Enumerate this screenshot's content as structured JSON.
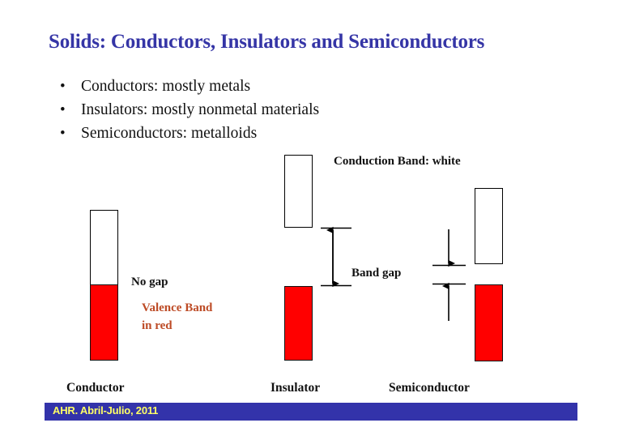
{
  "slide": {
    "title": "Solids: Conductors, Insulators and Semiconductors",
    "bullets": [
      {
        "marker": "•",
        "text": "Conductors: mostly metals"
      },
      {
        "marker": "•",
        "text": "Insulators: mostly nonmetal materials"
      },
      {
        "marker": "•",
        "text": "Semiconductors: metalloids"
      }
    ]
  },
  "diagram": {
    "annotations": {
      "conduction_band": "Conduction Band: white",
      "no_gap": "No gap",
      "valence_band_line1": "Valence Band",
      "valence_band_line2": "in red",
      "band_gap": "Band gap"
    },
    "columns": [
      {
        "label": "Conductor"
      },
      {
        "label": "Insulator"
      },
      {
        "label": "Semiconductor"
      }
    ],
    "colors": {
      "valence_fill": "#ff0000",
      "conduction_fill": "#ffffff",
      "outline": "#000000",
      "valence_label": "#bd4b26",
      "title": "#3535a6",
      "footer_bar": "#3333aa",
      "footer_text": "#ffff66"
    }
  },
  "footer": {
    "text": "AHR. Abril-Julio, 2011"
  }
}
